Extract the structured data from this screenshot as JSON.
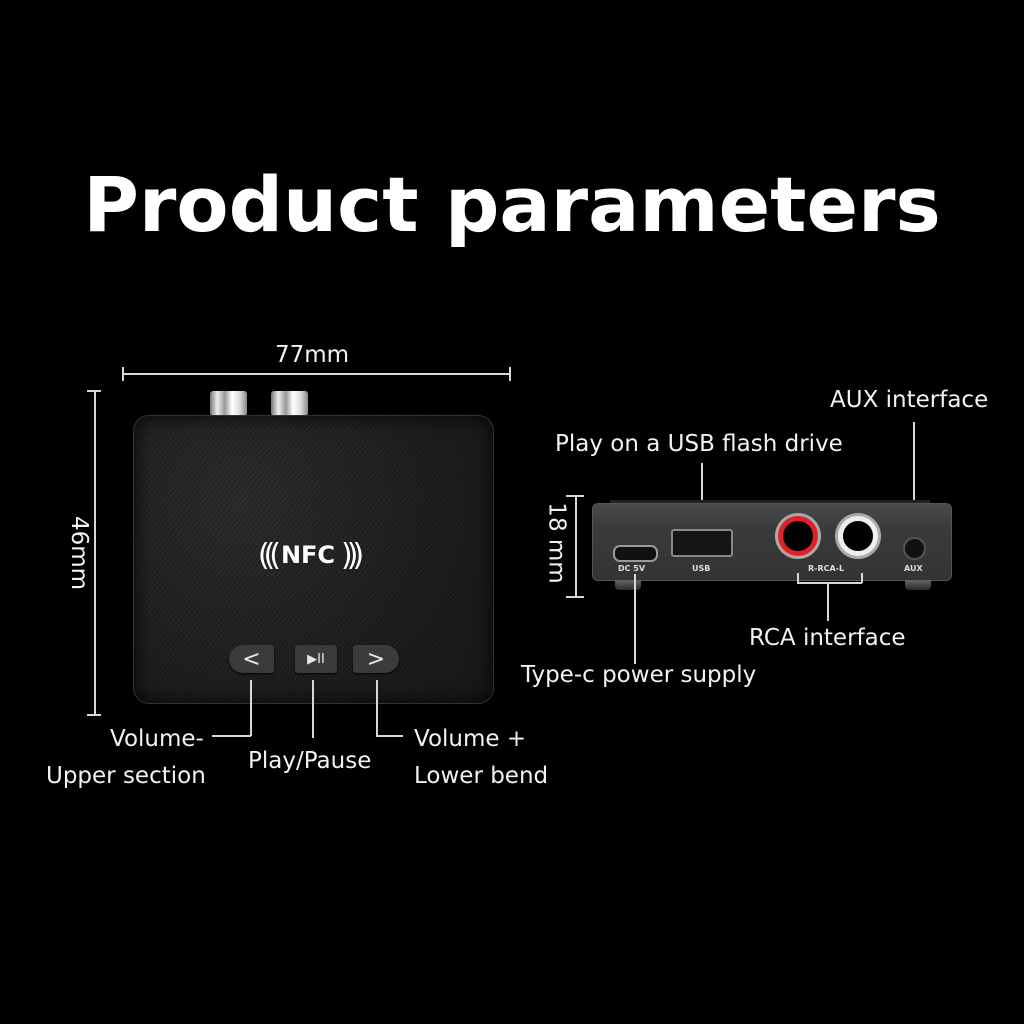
{
  "title": "Product parameters",
  "front_view": {
    "width_label": "77mm",
    "height_label": "46mm",
    "nfc_label": "NFC",
    "buttons": [
      {
        "icon": "chevron-left",
        "glyph": "<"
      },
      {
        "icon": "play-pause",
        "glyph": "▶II"
      },
      {
        "icon": "chevron-right",
        "glyph": ">"
      }
    ],
    "callouts": {
      "volume_minus_line1": "Volume-",
      "volume_minus_line2": "Upper section",
      "play_pause": "Play/Pause",
      "volume_plus_line1": "Volume +",
      "volume_plus_line2": "Lower bend"
    }
  },
  "side_view": {
    "height_label": "18 mm",
    "ports": {
      "dc": "DC 5V",
      "usb": "USB",
      "rca": "R-RCA-L",
      "aux": "AUX"
    },
    "callouts": {
      "usb": "Play on a USB flash drive",
      "aux": "AUX interface",
      "rca": "RCA interface",
      "typec": "Type-c power supply"
    }
  },
  "colors": {
    "background": "#000000",
    "text": "#ffffff",
    "rca_red": "#e0202a"
  }
}
